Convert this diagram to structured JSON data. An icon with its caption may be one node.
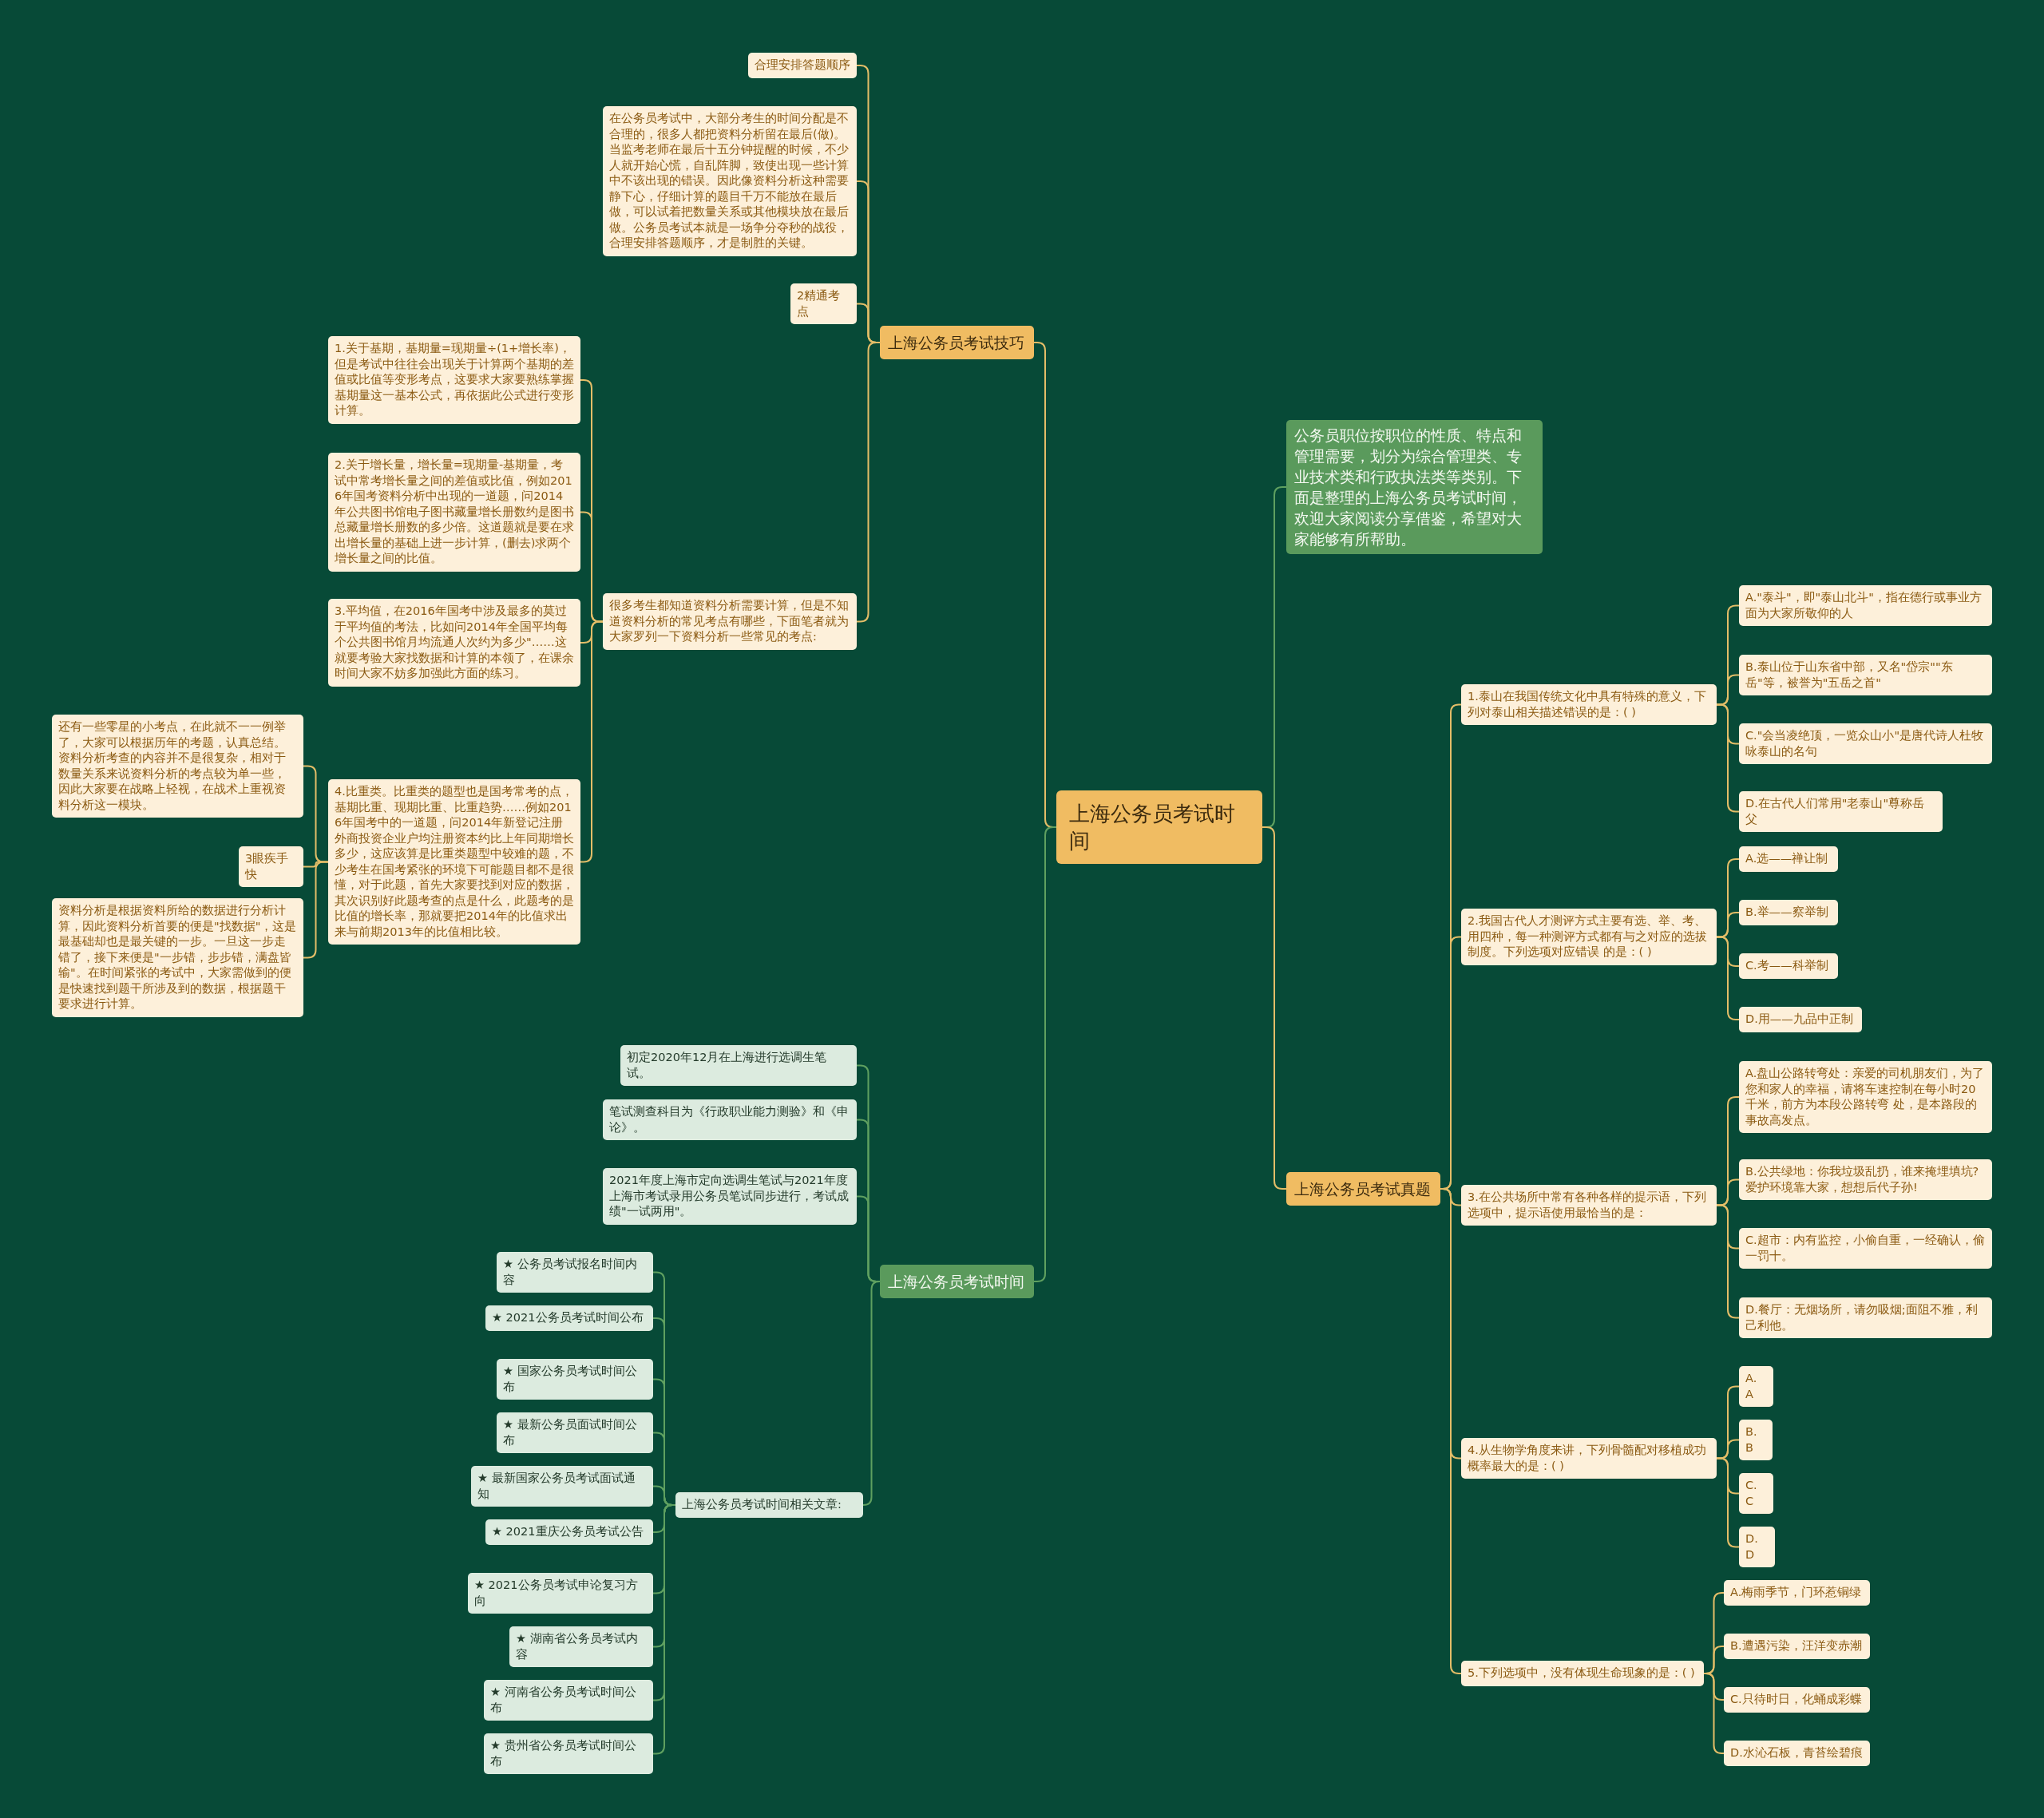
{
  "diagram": {
    "nodes": [
      {
        "text": [
          "上海公务员考试时间"
        ]
      },
      {
        "text": [
          "上海公务员考试技巧"
        ]
      },
      {
        "text": [
          "合理安排答题顺序"
        ]
      },
      {
        "text": [
          "在公务员考试中，大部分考生的时间分配是不合理的，很多人都把资料分析留在最后(做)。当监考老师在最后十五分钟提醒的时候，不少人就开始心慌，自乱阵脚，致使出现一些计算中不该出现的错误。因此像资料分析这种需要静下心，仔细计算的题目千万不能放在最后做，可以试着把数量关系或其他模块放在最后做。公务员考试本就是一场争分夺秒的战役，合理安排答题顺序，才是制胜的关键。"
        ]
      },
      {
        "text": [
          "2精通考点"
        ]
      },
      {
        "text": [
          "很多考生都知道资料分析需要计算，但是不知道资料分析的常见考点有哪些，下面笔者就为大家罗列一下资料分析一些常见的考点:"
        ]
      },
      {
        "text": [
          "1.关于基期，基期量=现期量÷(1+增长率)，但是考试中往往会出现关于计算两个基期的差值或比值等变形考点，这要求大家要熟练掌握基期量这一基本公式，再依据此公式进行变形计算。"
        ]
      },
      {
        "text": [
          "2.关于增长量，增长量=现期量-基期量，考试中常考增长量之间的差值或比值，例如2016年国考资料分析中出现的一道题，问2014年公共图书馆电子图书藏量增长册数约是图书总藏量增长册数的多少倍。这道题就是要在求出增长量的基础上进一步计算，(删去)求两个增长量之间的比值。"
        ]
      },
      {
        "text": [
          "3.平均值，在2016年国考中涉及最多的莫过于平均值的考法，比如问2014年全国平均每个公共图书馆月均流通人次约为多少\"……这就要考验大家找数据和计算的本领了，在课余时间大家不妨多加强此方面的练习。"
        ]
      },
      {
        "text": [
          "4.比重类。比重类的题型也是国考常考的点，基期比重、现期比重、比重趋势……例如2016年国考中的一道题，问2014年新登记注册外商投资企业户均注册资本约比上年同期增长多少，这应该算是比重类题型中较难的题，不少考生在国考紧张的环境下可能题目都不是很懂，对于此题，首先大家要找到对应的数据，其次识别好此题考查的点是什么，此题考的是比值的增长率，那就要把2014年的比值求出来与前期2013年的比值相比较。"
        ]
      },
      {
        "text": [
          "还有一些零星的小考点，在此就不一一例举了，大家可以根据历年的考题，认真总结。资料分析考查的内容并不是很复杂，相对于数量关系来说资料分析的考点较为单一些，因此大家要在战略上轻视，在战术上重视资料分析这一模块。"
        ]
      },
      {
        "text": [
          "3眼疾手快"
        ]
      },
      {
        "text": [
          "资料分析是根据资料所给的数据进行分析计算，因此资料分析首要的便是\"找数据\"，这是最基础却也是最关键的一步。一旦这一步走错了，接下来便是\"一步错，步步错，满盘皆输\"。在时间紧张的考试中，大家需做到的便是快速找到题干所涉及到的数据，根据题干要求进行计算。"
        ]
      },
      {
        "text": [
          "上海公务员考试时间"
        ]
      },
      {
        "text": [
          "初定2020年12月在上海进行选调生笔试。"
        ]
      },
      {
        "text": [
          "笔试测查科目为《行政职业能力测验》和《申论》。"
        ]
      },
      {
        "text": [
          "2021年度上海市定向选调生笔试与2021年度上海市考试录用公务员笔试同步进行，考试成绩\"一试两用\"。"
        ]
      },
      {
        "text": [
          "上海公务员考试时间相关文章:"
        ]
      },
      {
        "text": [
          "★ 公务员考试报名时间内容"
        ]
      },
      {
        "text": [
          "★ 2021公务员考试时间公布"
        ]
      },
      {
        "text": [
          "★ 国家公务员考试时间公布"
        ]
      },
      {
        "text": [
          "★ 最新公务员面试时间公布"
        ]
      },
      {
        "text": [
          "★ 最新国家公务员考试面试通知"
        ]
      },
      {
        "text": [
          "★ 2021重庆公务员考试公告"
        ]
      },
      {
        "text": [
          "★ 2021公务员考试申论复习方向"
        ]
      },
      {
        "text": [
          "★ 湖南省公务员考试内容"
        ]
      },
      {
        "text": [
          "★ 河南省公务员考试时间公布"
        ]
      },
      {
        "text": [
          "★ 贵州省公务员考试时间公布"
        ]
      },
      {
        "text": [
          "公务员职位按职位的性质、特点和管理需要，划分为综合管理类、专业技术类和行政执法类等类别。下面是整理的上海公务员考试时间，欢迎大家阅读分享借鉴，希望对大家能够有所帮助。"
        ]
      },
      {
        "text": [
          "上海公务员考试真题"
        ]
      },
      {
        "text": [
          "1.泰山在我国传统文化中具有特殊的意义，下列对泰山相关描述错误的是：( )"
        ]
      },
      {
        "text": [
          "A.\"泰斗\"，即\"泰山北斗\"，指在德行或事业方面为大家所敬仰的人"
        ]
      },
      {
        "text": [
          "B.泰山位于山东省中部，又名\"岱宗\"\"东岳\"等，被誉为\"五岳之首\""
        ]
      },
      {
        "text": [
          "C.\"会当凌绝顶，一览众山小\"是唐代诗人杜牧咏泰山的名句"
        ]
      },
      {
        "text": [
          "D.在古代人们常用\"老泰山\"尊称岳父"
        ]
      },
      {
        "text": [
          "2.我国古代人才测评方式主要有选、举、考、用四种，每一种测评方式都有与之对应的选拔制度。下列选项对应错误 的是：( )"
        ]
      },
      {
        "text": [
          "A.选——禅让制"
        ]
      },
      {
        "text": [
          "B.举——察举制"
        ]
      },
      {
        "text": [
          "C.考——科举制"
        ]
      },
      {
        "text": [
          "D.用——九品中正制"
        ]
      },
      {
        "text": [
          "3.在公共场所中常有各种各样的提示语，下列选项中，提示语使用最恰当的是："
        ]
      },
      {
        "text": [
          "A.盘山公路转弯处：亲爱的司机朋友们，为了您和家人的幸福，请将车速控制在每小时20千米，前方为本段公路转弯 处，是本路段的事故高发点。"
        ]
      },
      {
        "text": [
          "B.公共绿地：你我垃圾乱扔，谁来掩埋填坑?爱护环境靠大家，想想后代子孙!"
        ]
      },
      {
        "text": [
          "C.超市：内有监控，小偷自重，一经确认，偷一罚十。"
        ]
      },
      {
        "text": [
          "D.餐厅：无烟场所，请勿吸烟;面阻不雅，利己利他。"
        ]
      },
      {
        "text": [
          "4.从生物学角度来讲，下列骨髓配对移植成功概率最大的是：( )"
        ]
      },
      {
        "text": [
          "A. A"
        ]
      },
      {
        "text": [
          "B. B"
        ]
      },
      {
        "text": [
          "C. C"
        ]
      },
      {
        "text": [
          "D. D"
        ]
      },
      {
        "text": [
          "5.下列选项中，没有体现生命现象的是：( )"
        ]
      },
      {
        "text": [
          "A.梅雨季节，门环惹铜绿"
        ]
      },
      {
        "text": [
          "B.遭遇污染，汪洋变赤潮"
        ]
      },
      {
        "text": [
          "C.只待时日，化蛹成彩蝶"
        ]
      },
      {
        "text": [
          "D.水沁石板，青苔绘碧痕"
        ]
      }
    ],
    "edges": [
      {
        "from": 0,
        "to": 1,
        "arrow": "none"
      },
      {
        "from": 1,
        "to": 2,
        "arrow": "none"
      },
      {
        "from": 1,
        "to": 3,
        "arrow": "none"
      },
      {
        "from": 1,
        "to": 4,
        "arrow": "none"
      },
      {
        "from": 1,
        "to": 5,
        "arrow": "none"
      },
      {
        "from": 5,
        "to": 6,
        "arrow": "none"
      },
      {
        "from": 5,
        "to": 7,
        "arrow": "none"
      },
      {
        "from": 5,
        "to": 8,
        "arrow": "none"
      },
      {
        "from": 5,
        "to": 9,
        "arrow": "none"
      },
      {
        "from": 9,
        "to": 10,
        "arrow": "none"
      },
      {
        "from": 9,
        "to": 11,
        "arrow": "none"
      },
      {
        "from": 9,
        "to": 12,
        "arrow": "none"
      },
      {
        "from": 0,
        "to": 13,
        "arrow": "none",
        "color": "#5fa060"
      },
      {
        "from": 13,
        "to": 14,
        "arrow": "none",
        "color": "#5fa060"
      },
      {
        "from": 13,
        "to": 15,
        "arrow": "none",
        "color": "#5fa060"
      },
      {
        "from": 13,
        "to": 16,
        "arrow": "none",
        "color": "#5fa060"
      },
      {
        "from": 13,
        "to": 17,
        "arrow": "none",
        "color": "#5fa060"
      },
      {
        "from": 17,
        "to": 18,
        "arrow": "none",
        "color": "#5fa060"
      },
      {
        "from": 17,
        "to": 19,
        "arrow": "none",
        "color": "#5fa060"
      },
      {
        "from": 17,
        "to": 20,
        "arrow": "none",
        "color": "#5fa060"
      },
      {
        "from": 17,
        "to": 21,
        "arrow": "none",
        "color": "#5fa060"
      },
      {
        "from": 17,
        "to": 22,
        "arrow": "none",
        "color": "#5fa060"
      },
      {
        "from": 17,
        "to": 23,
        "arrow": "none",
        "color": "#5fa060"
      },
      {
        "from": 17,
        "to": 24,
        "arrow": "none",
        "color": "#5fa060"
      },
      {
        "from": 17,
        "to": 25,
        "arrow": "none",
        "color": "#5fa060"
      },
      {
        "from": 17,
        "to": 26,
        "arrow": "none",
        "color": "#5fa060"
      },
      {
        "from": 17,
        "to": 27,
        "arrow": "none",
        "color": "#5fa060"
      },
      {
        "from": 0,
        "to": 28,
        "arrow": "none",
        "color": "#5fa060"
      },
      {
        "from": 0,
        "to": 29,
        "arrow": "none"
      },
      {
        "from": 29,
        "to": 30,
        "arrow": "none"
      },
      {
        "from": 30,
        "to": 31,
        "arrow": "none"
      },
      {
        "from": 30,
        "to": 32,
        "arrow": "none"
      },
      {
        "from": 30,
        "to": 33,
        "arrow": "none"
      },
      {
        "from": 30,
        "to": 34,
        "arrow": "none"
      },
      {
        "from": 29,
        "to": 35,
        "arrow": "none"
      },
      {
        "from": 35,
        "to": 36,
        "arrow": "none"
      },
      {
        "from": 35,
        "to": 37,
        "arrow": "none"
      },
      {
        "from": 35,
        "to": 38,
        "arrow": "none"
      },
      {
        "from": 35,
        "to": 39,
        "arrow": "none"
      },
      {
        "from": 29,
        "to": 40,
        "arrow": "none"
      },
      {
        "from": 40,
        "to": 41,
        "arrow": "none"
      },
      {
        "from": 40,
        "to": 42,
        "arrow": "none"
      },
      {
        "from": 40,
        "to": 43,
        "arrow": "none"
      },
      {
        "from": 40,
        "to": 44,
        "arrow": "none"
      },
      {
        "from": 29,
        "to": 45,
        "arrow": "none"
      },
      {
        "from": 45,
        "to": 46,
        "arrow": "none"
      },
      {
        "from": 45,
        "to": 47,
        "arrow": "none"
      },
      {
        "from": 45,
        "to": 48,
        "arrow": "none"
      },
      {
        "from": 45,
        "to": 49,
        "arrow": "none"
      },
      {
        "from": 29,
        "to": 50,
        "arrow": "none"
      },
      {
        "from": 50,
        "to": 51,
        "arrow": "none"
      },
      {
        "from": 50,
        "to": 52,
        "arrow": "none"
      },
      {
        "from": 50,
        "to": 53,
        "arrow": "none"
      },
      {
        "from": 50,
        "to": 54,
        "arrow": "none"
      }
    ]
  }
}
